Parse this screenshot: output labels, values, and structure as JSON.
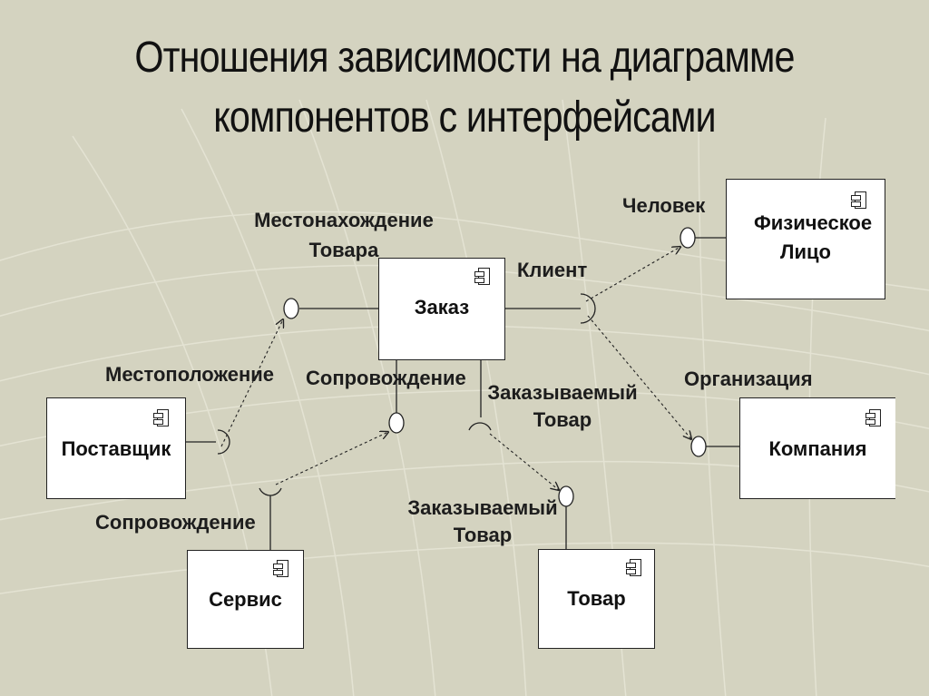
{
  "title": {
    "line1": "Отношения зависимости на диаграмме",
    "line2": "компонентов с интерфейсами"
  },
  "components": {
    "order": "Заказ",
    "supplier": "Поставщик",
    "service": "Сервис",
    "product": "Товар",
    "person": "Физическое Лицо",
    "company": "Компания"
  },
  "interfaces": {
    "product_location": "Местонахождение Товара",
    "location": "Местоположение",
    "support_order": "Сопровождение",
    "support_service": "Сопровождение",
    "ordered_product_order": "Заказываемый Товар",
    "ordered_product_product": "Заказываемый Товар",
    "client": "Клиент",
    "human": "Человек",
    "organization": "Организация"
  },
  "colors": {
    "background": "#d4d3c0",
    "box_fill": "#ffffff",
    "line": "#222222"
  }
}
